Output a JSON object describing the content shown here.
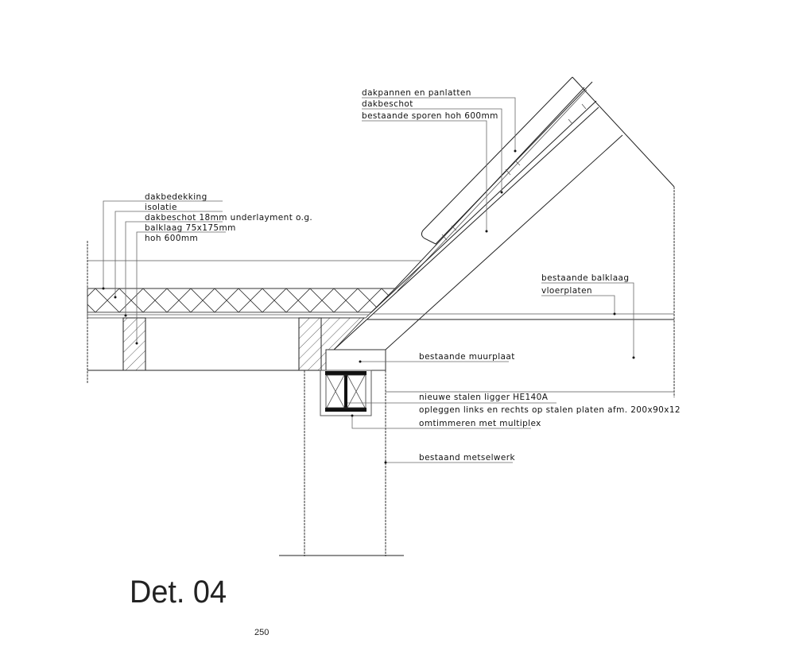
{
  "title": "Det. 04",
  "scale_text": "250",
  "labels_flat_roof": [
    "dakbedekking",
    "isolatie",
    "dakbeschot 18mm underlayment o.g.",
    "balklaag 75x175mm",
    "hoh 600mm"
  ],
  "labels_pitched_roof": [
    "dakpannen en panlatten",
    "dakbeschot",
    "bestaande sporen hoh 600mm"
  ],
  "labels_floor": [
    "bestaande balklaag",
    "vloerplaten"
  ],
  "labels_support": {
    "muurplaat": "bestaande muurplaat",
    "ligger": "nieuwe stalen ligger HE140A",
    "opleggen": "opleggen links en rechts op stalen platen afm. 200x90x12",
    "omtimmeren": "omtimmeren met multiplex",
    "metselwerk": "bestaand metselwerk"
  }
}
